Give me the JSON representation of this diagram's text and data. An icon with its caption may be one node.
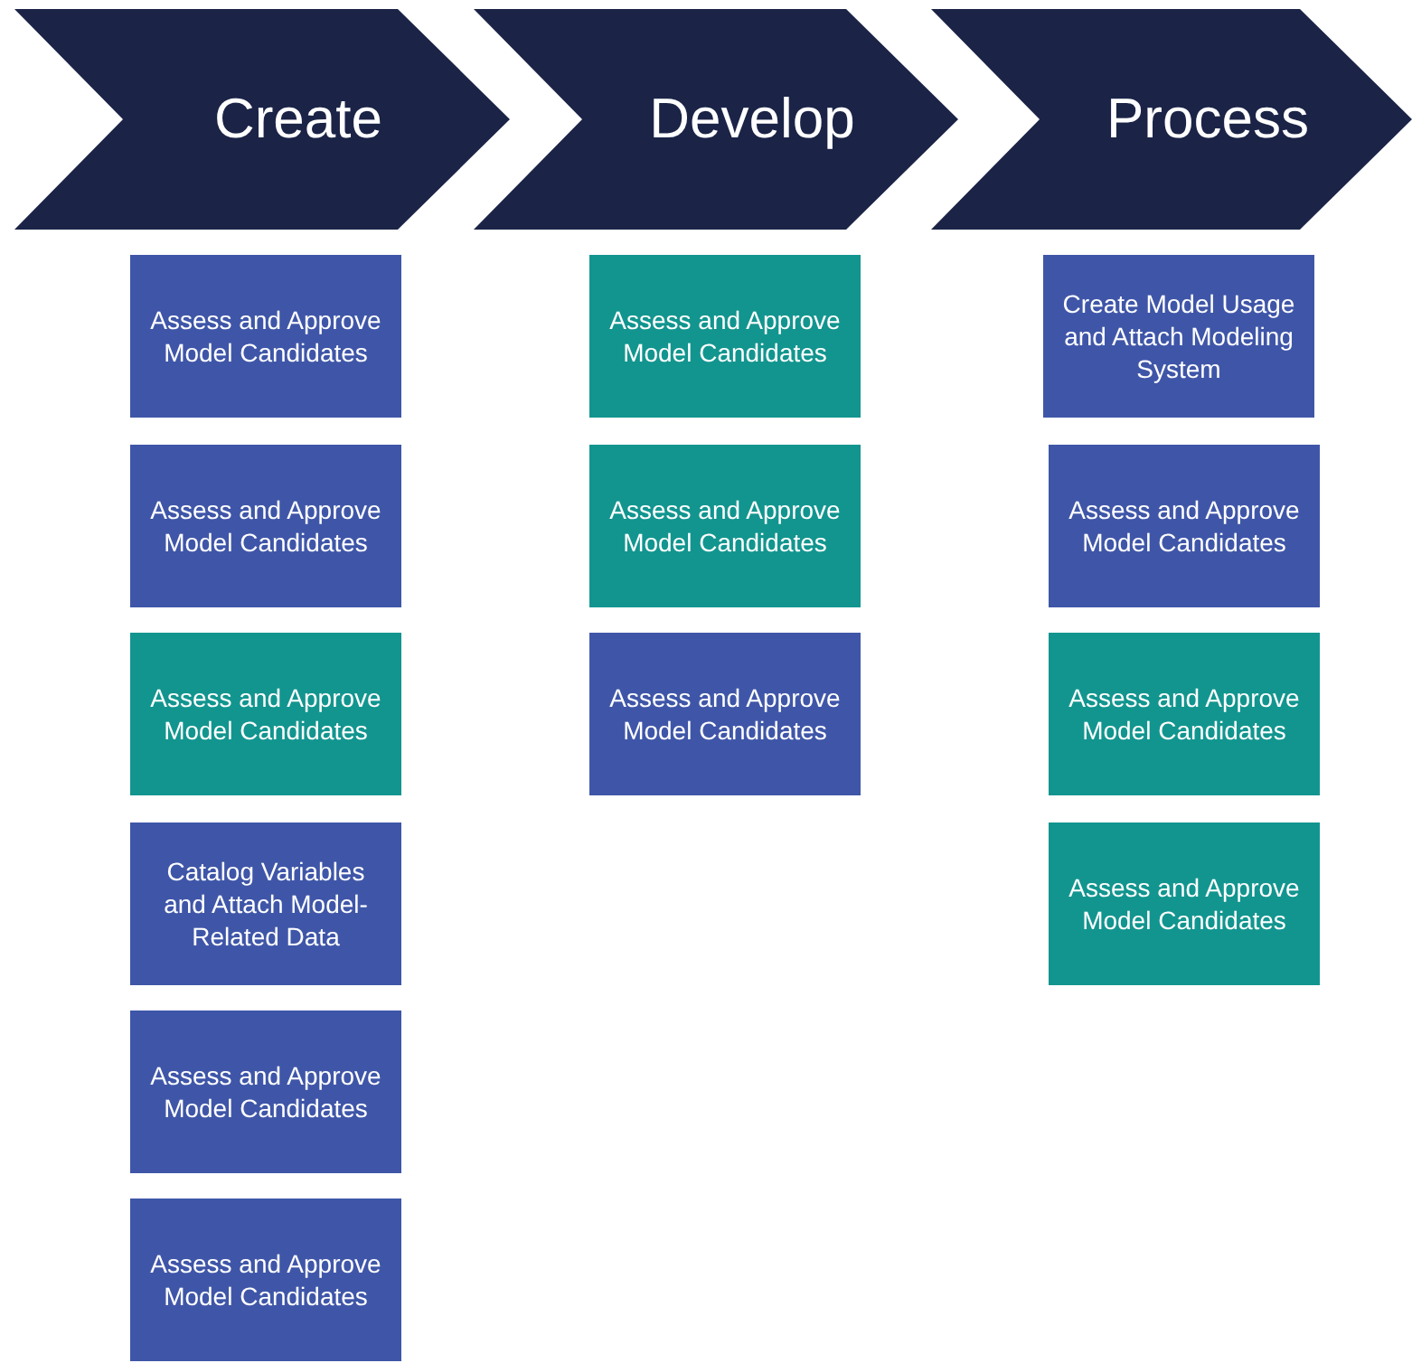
{
  "diagram": {
    "nodes": [
      {
        "text": [
          "Create"
        ]
      },
      {
        "text": [
          "Develop"
        ]
      },
      {
        "text": [
          "Process"
        ]
      },
      {
        "text": [
          "Assess and Approve Model Candidates"
        ]
      },
      {
        "text": [
          "Assess and Approve Model Candidates"
        ]
      },
      {
        "text": [
          "Assess and Approve Model Candidates"
        ]
      },
      {
        "text": [
          "Catalog Variables and Attach Model-Related Data"
        ]
      },
      {
        "text": [
          "Assess and Approve Model Candidates"
        ]
      },
      {
        "text": [
          "Assess and Approve Model Candidates"
        ]
      },
      {
        "text": [
          "Assess and Approve Model Candidates"
        ]
      },
      {
        "text": [
          "Assess and Approve Model Candidates"
        ]
      },
      {
        "text": [
          "Assess and Approve Model Candidates"
        ]
      },
      {
        "text": [
          "Create Model Usage and Attach Modeling System"
        ]
      },
      {
        "text": [
          "Assess and Approve Model Candidates"
        ]
      },
      {
        "text": [
          "Assess and Approve Model Candidates"
        ]
      },
      {
        "text": [
          "Assess and Approve Model Candidates"
        ]
      }
    ]
  }
}
